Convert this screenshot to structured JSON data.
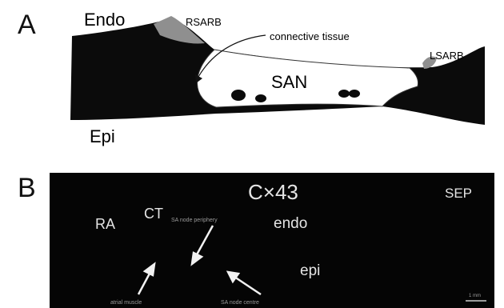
{
  "panel_a": {
    "letter": "A",
    "labels": {
      "endo": "Endo",
      "epi": "Epi",
      "rsarb": "RSARB",
      "lsarb": "LSARB",
      "connective_tissue": "connective tissue",
      "san": "SAN"
    }
  },
  "panel_b": {
    "letter": "B",
    "labels": {
      "title": "C×43",
      "sep": "SEP",
      "ra": "RA",
      "ct": "CT",
      "endo": "endo",
      "epi": "epi",
      "sa_node_periphery": "SA node periphery",
      "atrial_muscle": "atrial muscle",
      "sa_node_centre": "SA node centre",
      "scale_bar": "1 mm"
    }
  }
}
